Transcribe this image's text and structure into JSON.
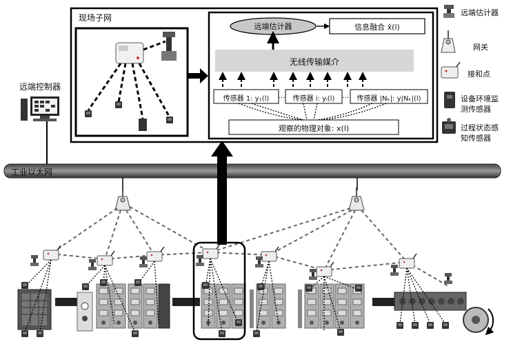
{
  "field_network": {
    "title": "现场子网"
  },
  "estimation": {
    "remote_estimator": "远端估计器",
    "info_fusion": "信息融合 x̂(l)",
    "medium": "无线传输媒介",
    "sensor_1": "传感器 1: y₁(l)",
    "sensor_i": "传感器 i: yᵢ(l)",
    "sensor_n": "传感器 |Nₖ|: y|Nₖ|(l)",
    "dots": "...",
    "object": "观察的物理对象: x(l)"
  },
  "remote_controller": {
    "label": "远端控制器"
  },
  "ethernet": {
    "label": "工业以太网"
  },
  "legend": [
    {
      "icon": "remote-estimator-icon",
      "label": "远端估计器"
    },
    {
      "icon": "gateway-icon",
      "label": "网关"
    },
    {
      "icon": "access-point-icon",
      "label": "接和点"
    },
    {
      "icon": "env-sensor-icon",
      "label": "设备环境监\n测传感器"
    },
    {
      "icon": "process-sensor-icon",
      "label": "过程状态感\n知传感器"
    }
  ]
}
